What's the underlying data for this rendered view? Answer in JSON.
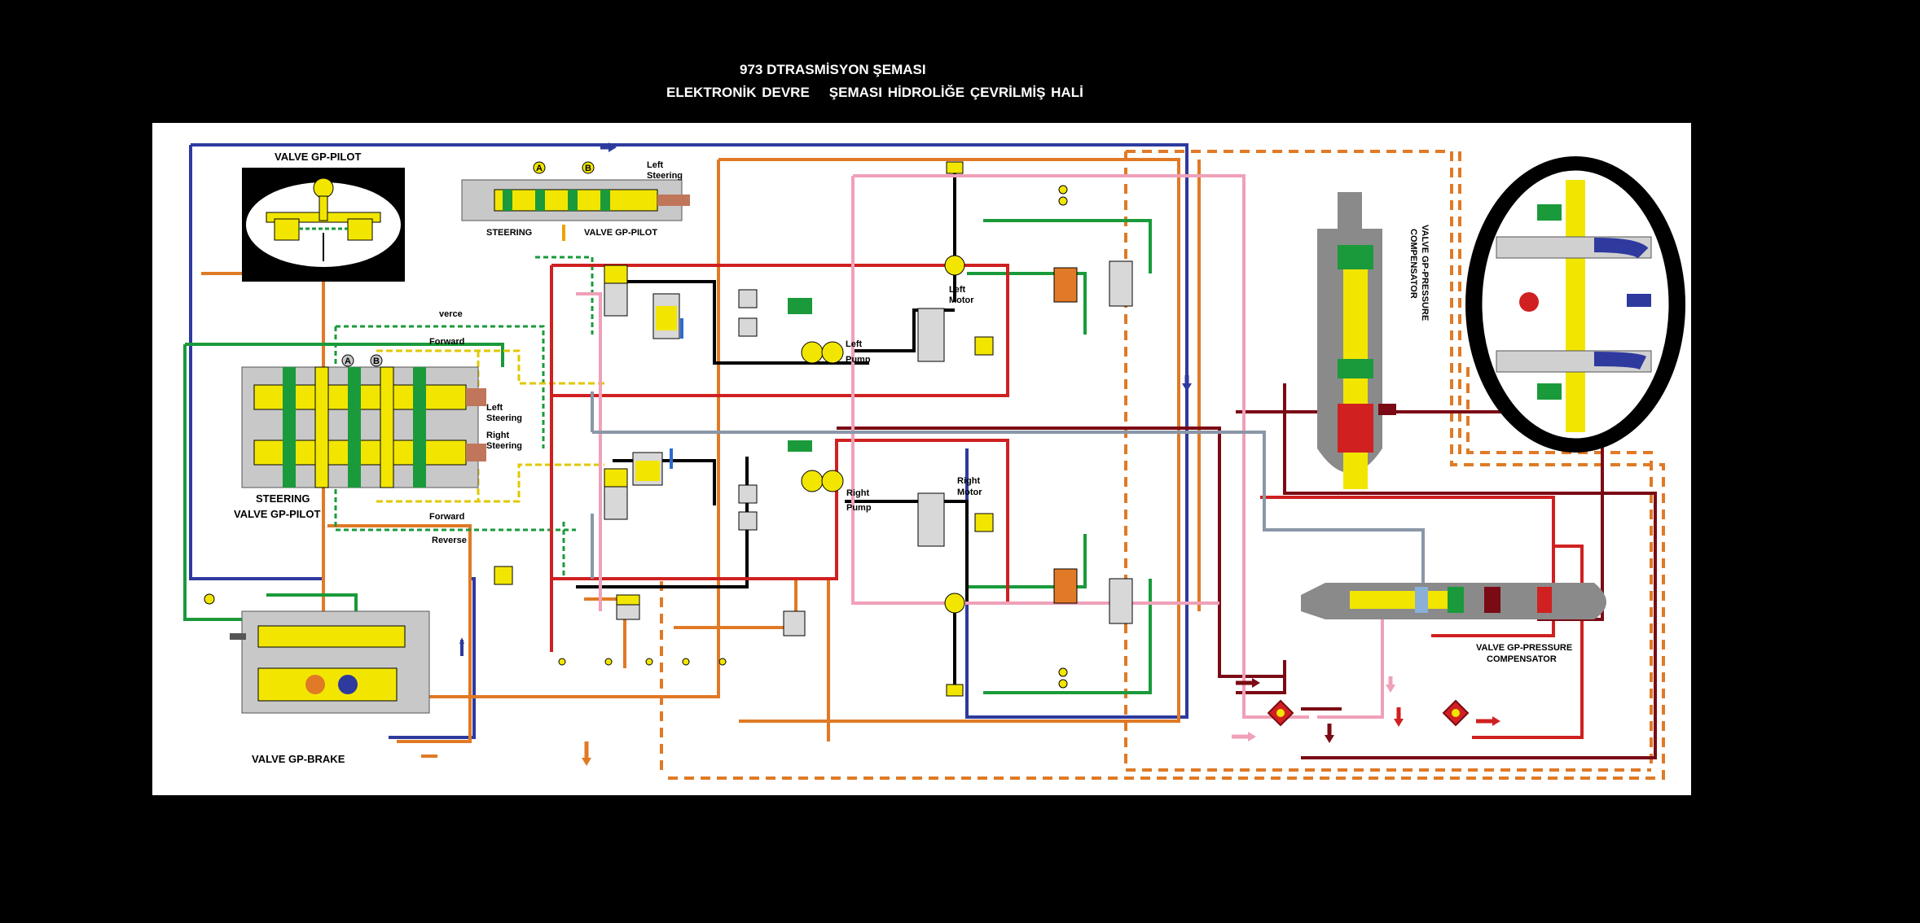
{
  "header": {
    "title_line1": "973 DTRASMİSYON ŞEMASI",
    "title_line2a": "ELEKTRONİK DEVRE",
    "title_line2b": "ŞEMASI HİDROLİĞE ÇEVRİLMİŞ HALİ"
  },
  "labels": {
    "valve_gp_pilot_top": "VALVE GP-PILOT",
    "steering_top": "STEERING",
    "valve_gp_pilot_top2": "VALVE GP-PILOT",
    "left_steering_top": "Left",
    "left_steering_top2": "Steering",
    "marker_a": "A",
    "marker_b": "B",
    "reverse_top": "verce",
    "forward_top": "Forward",
    "left_steering_mid": "Left",
    "left_steering_mid2": "Steering",
    "right_steering_mid": "Right",
    "right_steering_mid2": "Steering",
    "steering_mid": "STEERING",
    "valve_gp_pilot_mid": "VALVE GP-PILOT",
    "forward_bottom": "Forward",
    "reverse_bottom": "Reverse",
    "valve_gp_brake": "VALVE GP-BRAKE",
    "left_motor": "Left",
    "left_motor2": "Motor",
    "left_pump": "Left",
    "left_pump2": "Pump",
    "right_pump": "Right",
    "right_pump2": "Pump",
    "right_motor": "Right",
    "right_motor2": "Motor",
    "pressure_comp_vertical1": "VALVE GP-PRESSURE",
    "pressure_comp_vertical2": "COMPENSATOR",
    "pressure_comp_bottom1": "VALVE GP-PRESSURE",
    "pressure_comp_bottom2": "COMPENSATOR"
  },
  "colors": {
    "background": "#000000",
    "panel": "#ffffff",
    "blue": "#2e3a9e",
    "orange": "#e07a26",
    "green": "#1a9a3a",
    "yellow": "#f2e600",
    "red": "#d02020",
    "darkred": "#7a0a14",
    "pink": "#f0a0b8",
    "grey": "#8a97a8",
    "black": "#000000"
  }
}
